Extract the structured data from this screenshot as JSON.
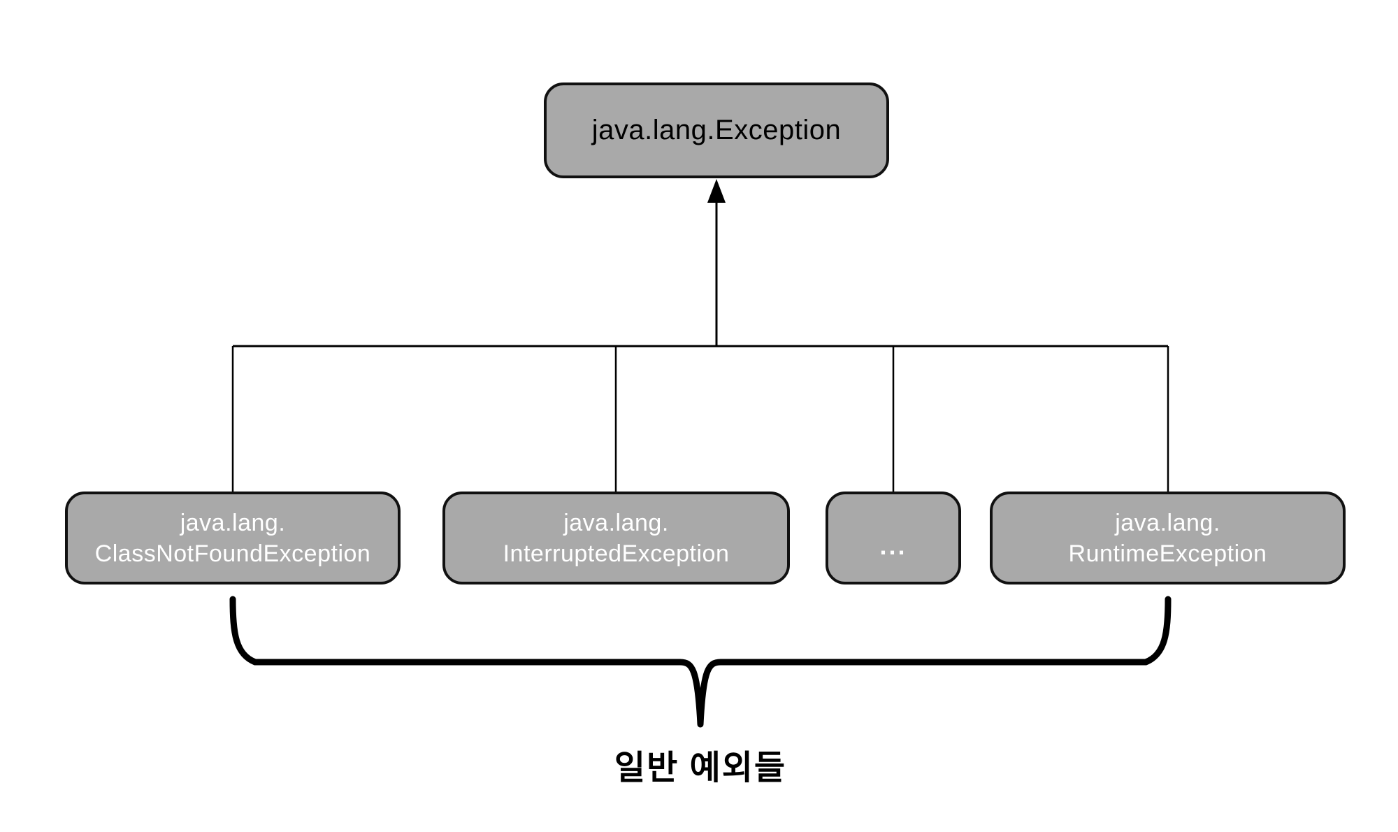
{
  "diagram": {
    "root_node": {
      "label": "java.lang.Exception"
    },
    "child_nodes": [
      {
        "line1": "java.lang.",
        "line2": "ClassNotFoundException"
      },
      {
        "line1": "java.lang.",
        "line2": "InterruptedException"
      },
      {
        "label": "..."
      },
      {
        "line1": "java.lang.",
        "line2": "RuntimeException"
      }
    ],
    "group_label": "일반 예외들",
    "colors": {
      "background": "#ffffff",
      "node_fill": "#a9a9a9",
      "node_border": "#111111",
      "root_text": "#000000",
      "child_text": "#ffffff",
      "connector": "#000000"
    }
  }
}
